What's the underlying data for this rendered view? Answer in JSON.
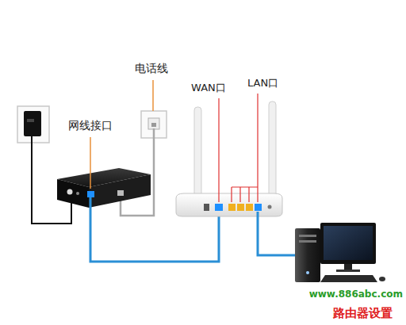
{
  "diagram": {
    "labels": [
      "电话线",
      "WAN口",
      "LAN口",
      "网线接口",
      "www.886abc.com",
      "路由器设置"
    ]
  }
}
